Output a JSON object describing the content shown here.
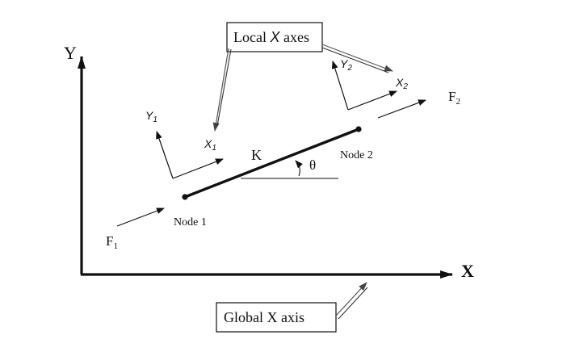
{
  "callouts": {
    "local_axes": {
      "text_pre": "Local ",
      "text_italic": "X",
      "text_post": " axes"
    },
    "global_axis": {
      "text": "Global X axis"
    }
  },
  "global_axes": {
    "x_label": "X",
    "y_label": "Y"
  },
  "element": {
    "stiffness_label": "K",
    "angle_label": "θ",
    "node1_label": "Node 1",
    "node2_label": "Node 2"
  },
  "local_axes": {
    "node1": {
      "x_base": "X",
      "x_sub": "1",
      "y_base": "Y",
      "y_sub": "1"
    },
    "node2": {
      "x_base": "X",
      "x_sub": "2",
      "y_base": "Y",
      "y_sub": "2"
    }
  },
  "forces": {
    "f1": {
      "base": "F",
      "sub": "1"
    },
    "f2": {
      "base": "F",
      "sub": "2"
    }
  },
  "colors": {
    "ink": "#111111",
    "pointer": "#333333"
  }
}
